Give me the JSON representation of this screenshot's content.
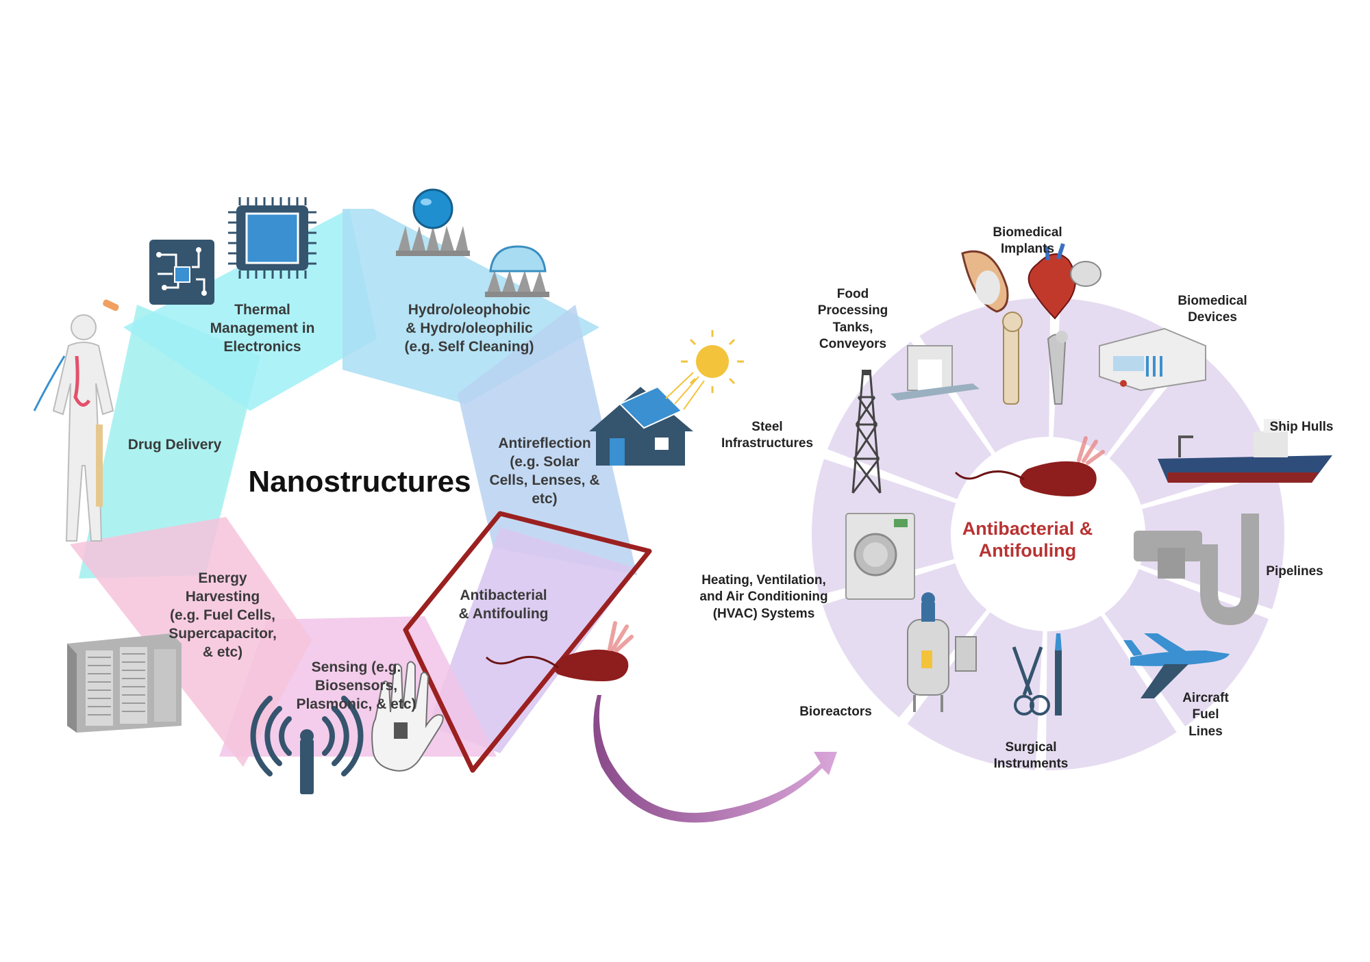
{
  "left_diagram": {
    "center_title": "Nanostructures",
    "segments": [
      {
        "id": "thermal",
        "lines": [
          "Thermal",
          "Management in",
          "Electronics"
        ],
        "color": "#9ff0f6"
      },
      {
        "id": "hydro",
        "lines": [
          "Hydro/oleophobic",
          "& Hydro/oleophilic",
          "(e.g. Self Cleaning)"
        ],
        "color": "#a9def3"
      },
      {
        "id": "antireflection",
        "lines": [
          "Antireflection",
          "(e.g. Solar",
          "Cells, Lenses, &",
          "etc)"
        ],
        "color": "#b9d2f1"
      },
      {
        "id": "antibacterial",
        "lines": [
          "Antibacterial",
          "& Antifouling"
        ],
        "color": "#d9c8f1"
      },
      {
        "id": "sensing",
        "lines": [
          "Sensing (e.g.",
          "Biosensors,",
          "Plasmonic, & etc)"
        ],
        "color": "#f1c4e8"
      },
      {
        "id": "energy",
        "lines": [
          "Energy",
          "Harvesting",
          "(e.g. Fuel Cells,",
          "Supercapacitor,",
          "& etc)"
        ],
        "color": "#f6c3dc"
      },
      {
        "id": "drug",
        "lines": [
          "Drug Delivery"
        ],
        "color": "#a4f0ef"
      }
    ],
    "highlight_color": "#9b2020"
  },
  "right_diagram": {
    "center_title_lines": [
      "Antibacterial &",
      "Antifouling"
    ],
    "center_title_color": "#b83232",
    "ring_color": "#e6dcf1",
    "applications": [
      {
        "id": "implants",
        "lines": [
          "Biomedical",
          "Implants"
        ]
      },
      {
        "id": "devices",
        "lines": [
          "Biomedical",
          "Devices"
        ]
      },
      {
        "id": "ship",
        "lines": [
          "Ship Hulls"
        ]
      },
      {
        "id": "pipelines",
        "lines": [
          "Pipelines"
        ]
      },
      {
        "id": "aircraft",
        "lines": [
          "Aircraft",
          "Fuel",
          "Lines"
        ]
      },
      {
        "id": "surgical",
        "lines": [
          "Surgical",
          "Instruments"
        ]
      },
      {
        "id": "bioreactors",
        "lines": [
          "Bioreactors"
        ]
      },
      {
        "id": "hvac",
        "lines": [
          "Heating, Ventilation,",
          "and Air Conditioning",
          "(HVAC) Systems"
        ]
      },
      {
        "id": "steel",
        "lines": [
          "Steel",
          "Infrastructures"
        ]
      },
      {
        "id": "food",
        "lines": [
          "Food",
          "Processing",
          "Tanks,",
          "Conveyors"
        ]
      }
    ]
  },
  "colors": {
    "icon_navy": "#35546e",
    "icon_blue": "#3a90d0",
    "bacterium": "#8e1d1d",
    "arrow": "#a05aa0"
  }
}
